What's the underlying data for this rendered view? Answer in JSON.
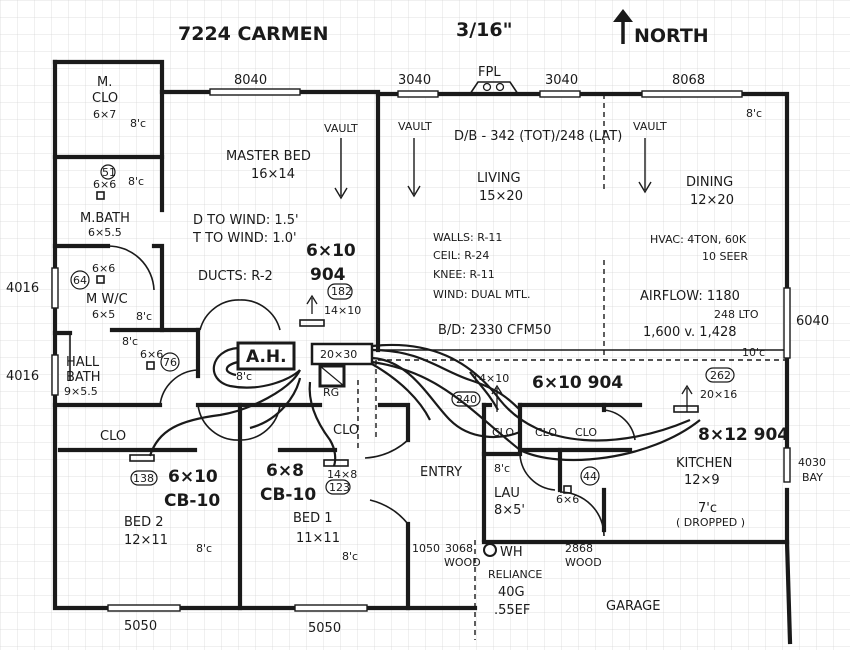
{
  "header": {
    "address": "7224 CARMEN",
    "scale": "3/16\"",
    "north": "NORTH"
  },
  "windows": {
    "w8040": "8040",
    "w3040a": "3040",
    "fpl": "FPL",
    "w3040b": "3040",
    "w8068": "8068",
    "w4016a": "4016",
    "w4016b": "4016",
    "w6040": "6040",
    "w4030": "4030",
    "bay": "BAY",
    "w5050a": "5050",
    "w5050b": "5050",
    "w1050": "1050",
    "d3068": "3068",
    "d3068wood": "WOOD",
    "d2868": "2868",
    "d2868wood": "WOOD"
  },
  "rooms": {
    "mclo_name": "M.",
    "mclo_name2": "CLO",
    "mclo_size": "6×7",
    "mclo_ceiling": "8'c",
    "mbath_name": "M.BATH",
    "mbath_size": "6×5.5",
    "mbath_ceiling": "8'c",
    "mbath_fan": "6×6",
    "mbath_cfm": "51",
    "mwc_name": "M W/C",
    "mwc_size": "6×5",
    "mwc_ceiling": "8'c",
    "mwc_fan": "6×6",
    "mwc_cfm": "64",
    "master_name": "MASTER BED",
    "master_size": "16×14",
    "master_vault": "VAULT",
    "master_dwind": "D TO WIND: 1.5'",
    "master_twind": "T TO WIND: 1.0'",
    "master_ducts": "DUCTS: R-2",
    "living_vault": "VAULT",
    "living_db": "D/B - 342 (TOT)/248 (LAT)",
    "living_name": "LIVING",
    "living_size": "15×20",
    "walls": "WALLS: R-11",
    "ceil": "CEIL: R-24",
    "knee": "KNEE: R-11",
    "wind": "WIND: DUAL MTL.",
    "bd": "B/D: 2330 CFM50",
    "dining_vault": "VAULT",
    "dining_name": "DINING",
    "dining_size": "12×20",
    "dining_ceiling": "8'c",
    "hvac": "HVAC: 4TON, 60K",
    "seer": "10 SEER",
    "airflow": "AIRFLOW: 1180",
    "airflow_lto": "248 LTO",
    "airflow_cmp": "1,600 v. 1,428",
    "dining_ceiling2": "10'c",
    "hallbath_ceiling": "8'c",
    "hallbath_name": "HALL",
    "hallbath_name2": "BATH",
    "hallbath_size": "9×5.5",
    "hallbath_fan": "6×6",
    "hallbath_cfm": "76",
    "ah": "A.H.",
    "ah_ceiling": "8'c",
    "rg_size": "20×30",
    "rg": "RG",
    "bed2_clo": "CLO",
    "bed2_cfm": "138",
    "bed2_supply": "6×10",
    "bed2_cb": "CB-10",
    "bed2_name": "BED 2",
    "bed2_size": "12×11",
    "bed2_ceiling": "8'c",
    "bed1_clo": "CLO",
    "bed1_supply": "6×8",
    "bed1_cb": "CB-10",
    "bed1_reg": "14×8",
    "bed1_cfm": "123",
    "bed1_name": "BED 1",
    "bed1_size": "11×11",
    "bed1_ceiling": "8'c",
    "master_supply": "6×10",
    "master_supply2": "904",
    "master_cfm": "182",
    "master_reg": "14×10",
    "living_reg": "14×10",
    "living_cfm": "240",
    "living_supply": "6×10 904",
    "clo1": "CLO",
    "clo2": "CLO",
    "clo3": "CLO",
    "kitchen_supply": "8×12 904",
    "kitchen_cfm": "262",
    "kitchen_reg": "20×16",
    "kitchen_name": "KITCHEN",
    "kitchen_size": "12×9",
    "kitchen_ceiling": "7'c",
    "kitchen_dropped": "( DROPPED )",
    "entry": "ENTRY",
    "lau_ceiling": "8'c",
    "lau_name": "LAU",
    "lau_size": "8×5'",
    "lau_fan": "6×6",
    "lau_cfm": "44",
    "wh": "WH",
    "wh_brand": "RELIANCE",
    "wh_gal": "40G",
    "wh_ef": ".55EF",
    "garage": "GARAGE"
  }
}
